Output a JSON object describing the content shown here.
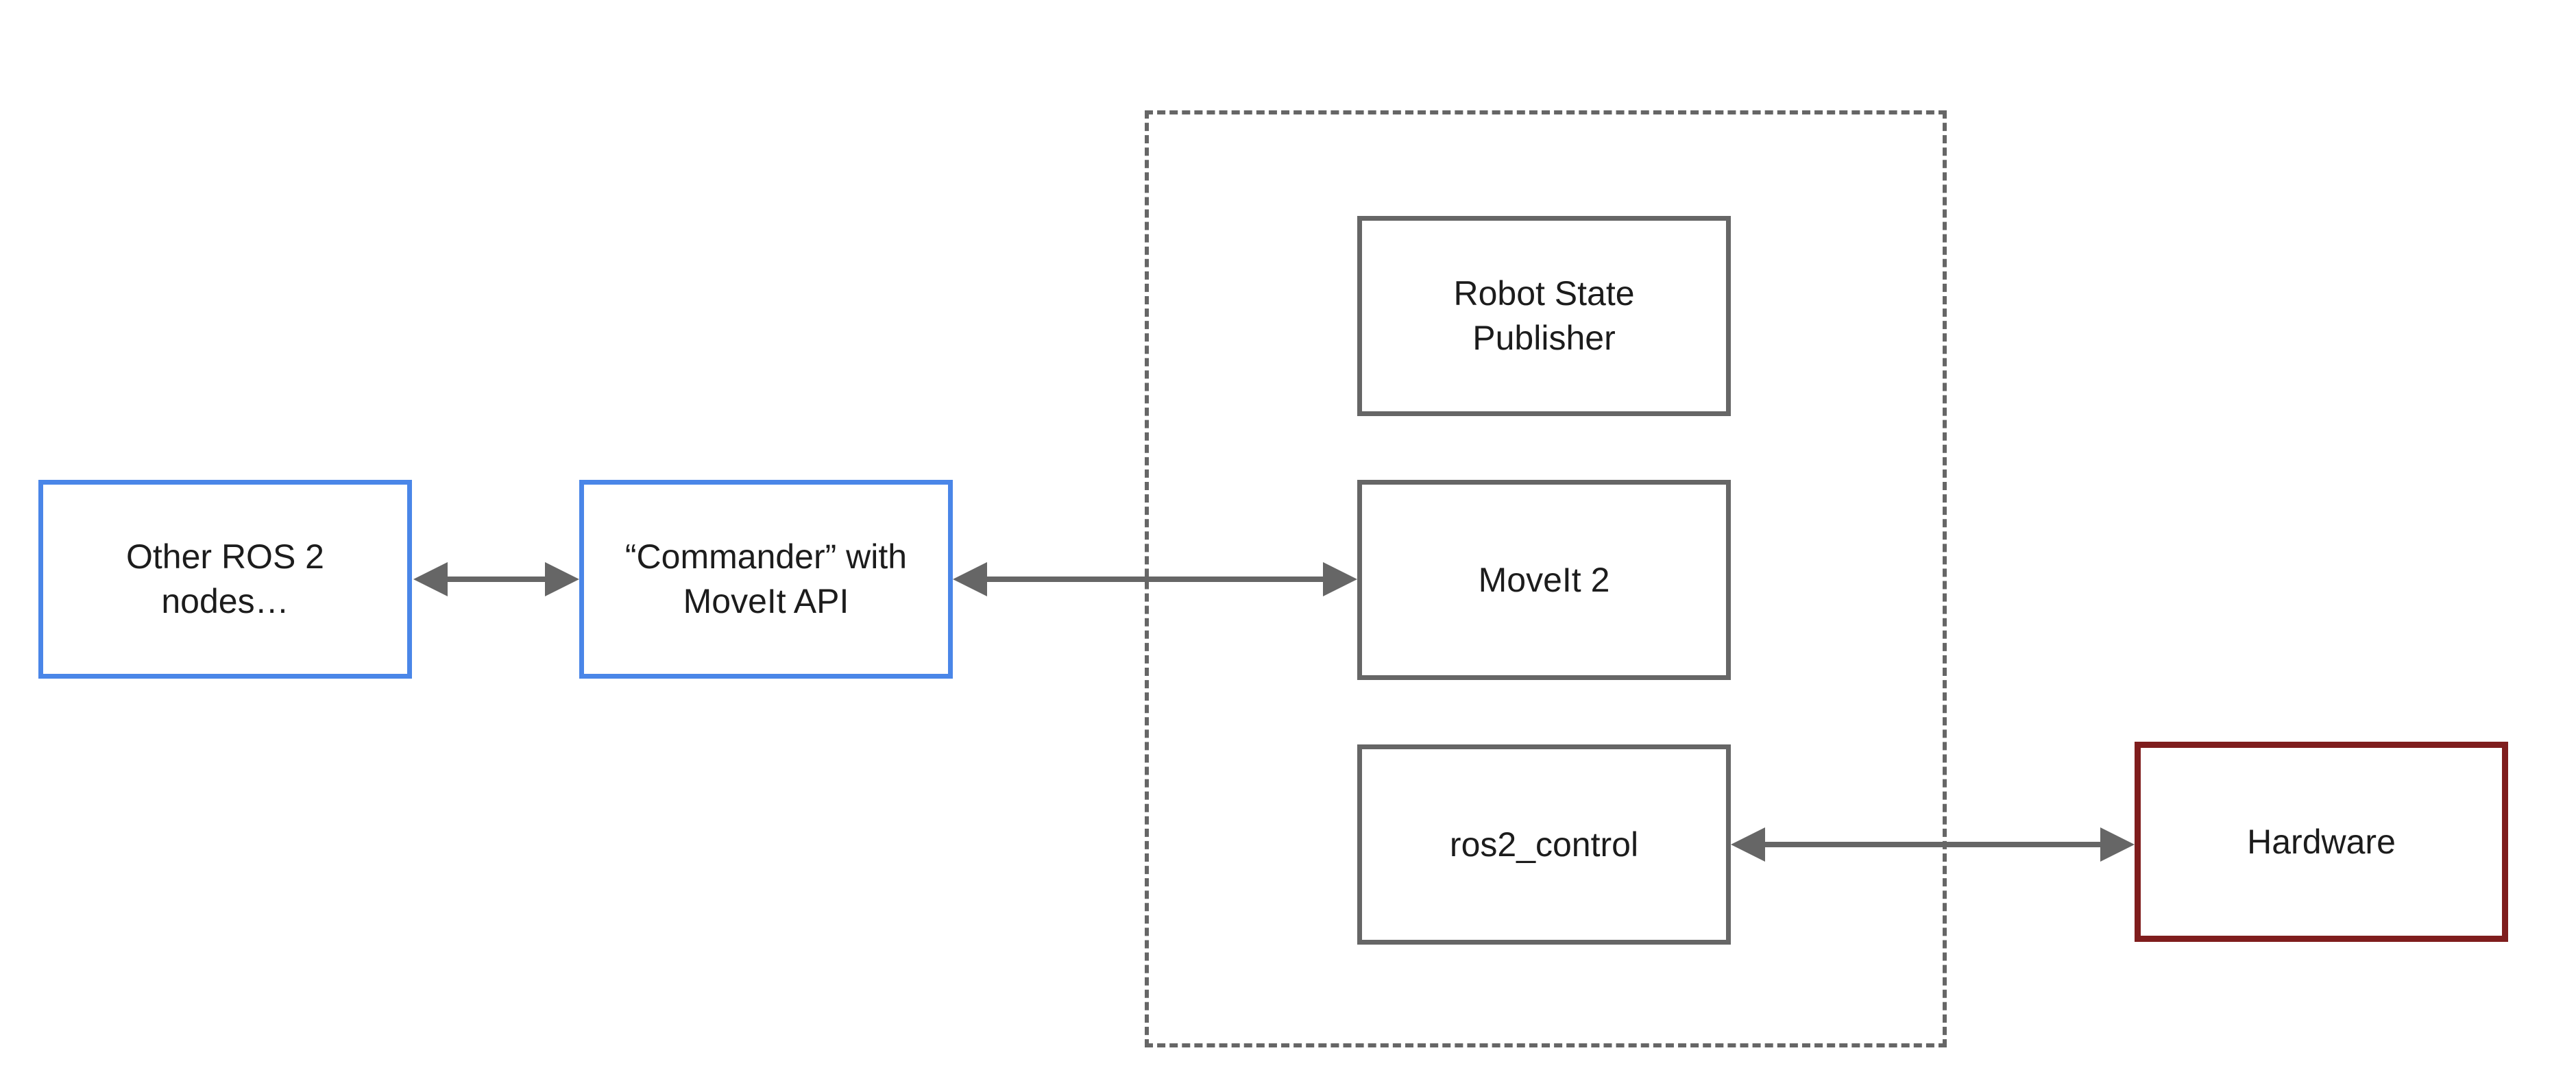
{
  "diagram": {
    "title": "ROS 2 MoveIt architecture diagram",
    "background": "#ffffff",
    "colors": {
      "node_blue_border": "#4a86e8",
      "node_gray_border": "#666666",
      "node_dark_red_border": "#7f1d1d",
      "group_dashed_border": "#666666",
      "arrow": "#666666",
      "text": "#1c1c1c"
    },
    "nodes": [
      {
        "id": "other-ros2-nodes",
        "label": "Other ROS 2 nodes…",
        "border_color": "#4a86e8",
        "shape": "rectangle"
      },
      {
        "id": "commander-moveit-api",
        "label": "“Commander” with MoveIt API",
        "border_color": "#4a86e8",
        "shape": "rectangle"
      },
      {
        "id": "robot-state-publisher",
        "label": "Robot State Publisher",
        "border_color": "#666666",
        "shape": "rectangle"
      },
      {
        "id": "moveit-2",
        "label": "MoveIt 2",
        "border_color": "#666666",
        "shape": "rectangle"
      },
      {
        "id": "ros2-control",
        "label": "ros2_control",
        "border_color": "#666666",
        "shape": "rectangle"
      },
      {
        "id": "hardware",
        "label": "Hardware",
        "border_color": "#7f1d1d",
        "shape": "rectangle"
      }
    ],
    "group": {
      "id": "ros2-system-group",
      "style": "dashed",
      "border_color": "#666666",
      "contains": [
        "robot-state-publisher",
        "moveit-2",
        "ros2-control"
      ]
    },
    "edges": [
      {
        "from": "other-ros2-nodes",
        "to": "commander-moveit-api",
        "direction": "bidirectional",
        "color": "#666666"
      },
      {
        "from": "commander-moveit-api",
        "to": "moveit-2",
        "direction": "bidirectional",
        "color": "#666666"
      },
      {
        "from": "ros2-control",
        "to": "hardware",
        "direction": "bidirectional",
        "color": "#666666"
      }
    ]
  }
}
